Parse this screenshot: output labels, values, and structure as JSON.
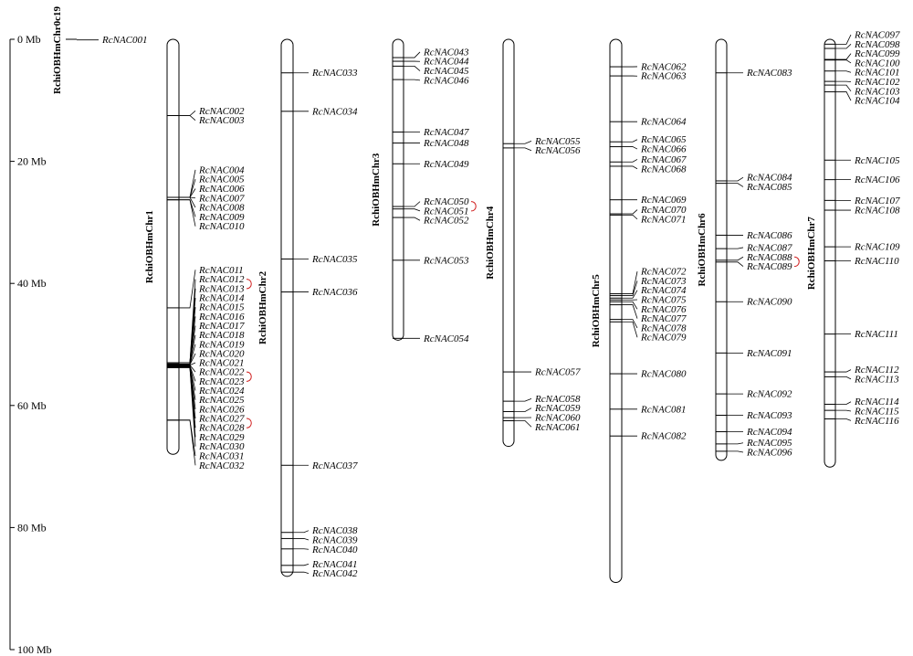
{
  "scale": {
    "unit": "Mb",
    "ticks": [
      {
        "value": 0,
        "label": "0 Mb"
      },
      {
        "value": 20,
        "label": "20 Mb"
      },
      {
        "value": 40,
        "label": "40 Mb"
      },
      {
        "value": 60,
        "label": "60 Mb"
      },
      {
        "value": 80,
        "label": "80 Mb"
      },
      {
        "value": 100,
        "label": "100 Mb"
      }
    ],
    "max": 100
  },
  "colors": {
    "line": "#000000",
    "duplication": "#d01c1c"
  },
  "chromosomes": [
    {
      "name": "RchiOBHmChr0c19",
      "length": 0.3,
      "kind": "scaffold",
      "genes": [
        {
          "name": "RcNAC001",
          "pos": 0.1
        }
      ]
    },
    {
      "name": "RchiOBHmChr1",
      "length": 68,
      "genes": [
        {
          "name": "RcNAC002",
          "pos": 12.5
        },
        {
          "name": "RcNAC003",
          "pos": 12.5
        },
        {
          "name": "RcNAC004",
          "pos": 25.9
        },
        {
          "name": "RcNAC005",
          "pos": 25.9
        },
        {
          "name": "RcNAC006",
          "pos": 25.9
        },
        {
          "name": "RcNAC007",
          "pos": 25.9
        },
        {
          "name": "RcNAC008",
          "pos": 25.9
        },
        {
          "name": "RcNAC009",
          "pos": 26.3
        },
        {
          "name": "RcNAC010",
          "pos": 26.3
        },
        {
          "name": "RcNAC011",
          "pos": 44.0
        },
        {
          "name": "RcNAC012",
          "pos": 53.0
        },
        {
          "name": "RcNAC013",
          "pos": 53.0
        },
        {
          "name": "RcNAC014",
          "pos": 53.0
        },
        {
          "name": "RcNAC015",
          "pos": 53.0
        },
        {
          "name": "RcNAC016",
          "pos": 53.2
        },
        {
          "name": "RcNAC017",
          "pos": 53.2
        },
        {
          "name": "RcNAC018",
          "pos": 53.2
        },
        {
          "name": "RcNAC019",
          "pos": 53.3
        },
        {
          "name": "RcNAC020",
          "pos": 53.3
        },
        {
          "name": "RcNAC021",
          "pos": 53.4
        },
        {
          "name": "RcNAC022",
          "pos": 53.4
        },
        {
          "name": "RcNAC023",
          "pos": 53.5
        },
        {
          "name": "RcNAC024",
          "pos": 53.5
        },
        {
          "name": "RcNAC025",
          "pos": 53.6
        },
        {
          "name": "RcNAC026",
          "pos": 53.6
        },
        {
          "name": "RcNAC027",
          "pos": 53.7
        },
        {
          "name": "RcNAC028",
          "pos": 53.7
        },
        {
          "name": "RcNAC029",
          "pos": 53.8
        },
        {
          "name": "RcNAC030",
          "pos": 53.8
        },
        {
          "name": "RcNAC031",
          "pos": 62.4
        },
        {
          "name": "RcNAC032",
          "pos": 62.4
        }
      ],
      "dups": [
        [
          "RcNAC012",
          "RcNAC013"
        ],
        [
          "RcNAC022",
          "RcNAC023"
        ],
        [
          "RcNAC027",
          "RcNAC028"
        ]
      ]
    },
    {
      "name": "RchiOBHmChr2",
      "length": 88,
      "genes": [
        {
          "name": "RcNAC033",
          "pos": 5.5
        },
        {
          "name": "RcNAC034",
          "pos": 11.8
        },
        {
          "name": "RcNAC035",
          "pos": 36.0
        },
        {
          "name": "RcNAC036",
          "pos": 41.4
        },
        {
          "name": "RcNAC037",
          "pos": 69.8
        },
        {
          "name": "RcNAC038",
          "pos": 80.8
        },
        {
          "name": "RcNAC039",
          "pos": 81.8
        },
        {
          "name": "RcNAC040",
          "pos": 83.5
        },
        {
          "name": "RcNAC041",
          "pos": 86.2
        },
        {
          "name": "RcNAC042",
          "pos": 87.3
        }
      ],
      "dups": []
    },
    {
      "name": "RchiOBHmChr3",
      "length": 49.3,
      "genes": [
        {
          "name": "RcNAC043",
          "pos": 3.0
        },
        {
          "name": "RcNAC044",
          "pos": 3.6
        },
        {
          "name": "RcNAC045",
          "pos": 4.4
        },
        {
          "name": "RcNAC046",
          "pos": 6.6
        },
        {
          "name": "RcNAC047",
          "pos": 15.2
        },
        {
          "name": "RcNAC048",
          "pos": 17.0
        },
        {
          "name": "RcNAC049",
          "pos": 20.4
        },
        {
          "name": "RcNAC050",
          "pos": 27.4
        },
        {
          "name": "RcNAC051",
          "pos": 27.8
        },
        {
          "name": "RcNAC052",
          "pos": 29.2
        },
        {
          "name": "RcNAC053",
          "pos": 36.2
        },
        {
          "name": "RcNAC054",
          "pos": 49.0
        }
      ],
      "dups": [
        [
          "RcNAC050",
          "RcNAC051"
        ]
      ]
    },
    {
      "name": "RchiOBHmChr4",
      "length": 66.7,
      "genes": [
        {
          "name": "RcNAC055",
          "pos": 17.1
        },
        {
          "name": "RcNAC056",
          "pos": 17.8
        },
        {
          "name": "RcNAC057",
          "pos": 54.5
        },
        {
          "name": "RcNAC058",
          "pos": 59.3
        },
        {
          "name": "RcNAC059",
          "pos": 61.0
        },
        {
          "name": "RcNAC060",
          "pos": 62.0
        },
        {
          "name": "RcNAC061",
          "pos": 62.5
        }
      ],
      "dups": []
    },
    {
      "name": "RchiOBHmChr5",
      "length": 89,
      "genes": [
        {
          "name": "RcNAC062",
          "pos": 4.5
        },
        {
          "name": "RcNAC063",
          "pos": 6.0
        },
        {
          "name": "RcNAC064",
          "pos": 13.5
        },
        {
          "name": "RcNAC065",
          "pos": 16.8
        },
        {
          "name": "RcNAC066",
          "pos": 17.6
        },
        {
          "name": "RcNAC067",
          "pos": 20.1
        },
        {
          "name": "RcNAC068",
          "pos": 20.8
        },
        {
          "name": "RcNAC069",
          "pos": 26.3
        },
        {
          "name": "RcNAC070",
          "pos": 28.6
        },
        {
          "name": "RcNAC071",
          "pos": 28.8
        },
        {
          "name": "RcNAC072",
          "pos": 41.7
        },
        {
          "name": "RcNAC073",
          "pos": 42.0
        },
        {
          "name": "RcNAC074",
          "pos": 42.4
        },
        {
          "name": "RcNAC075",
          "pos": 42.7
        },
        {
          "name": "RcNAC076",
          "pos": 43.0
        },
        {
          "name": "RcNAC077",
          "pos": 43.5
        },
        {
          "name": "RcNAC078",
          "pos": 45.9
        },
        {
          "name": "RcNAC079",
          "pos": 46.3
        },
        {
          "name": "RcNAC080",
          "pos": 54.8
        },
        {
          "name": "RcNAC081",
          "pos": 60.6
        },
        {
          "name": "RcNAC082",
          "pos": 65.0
        }
      ],
      "dups": []
    },
    {
      "name": "RchiOBHmChr6",
      "length": 69,
      "genes": [
        {
          "name": "RcNAC083",
          "pos": 5.5
        },
        {
          "name": "RcNAC084",
          "pos": 23.2
        },
        {
          "name": "RcNAC085",
          "pos": 23.6
        },
        {
          "name": "RcNAC086",
          "pos": 32.1
        },
        {
          "name": "RcNAC087",
          "pos": 34.3
        },
        {
          "name": "RcNAC088",
          "pos": 36.2
        },
        {
          "name": "RcNAC089",
          "pos": 36.5
        },
        {
          "name": "RcNAC090",
          "pos": 43.0
        },
        {
          "name": "RcNAC091",
          "pos": 51.4
        },
        {
          "name": "RcNAC092",
          "pos": 58.1
        },
        {
          "name": "RcNAC093",
          "pos": 61.6
        },
        {
          "name": "RcNAC094",
          "pos": 64.3
        },
        {
          "name": "RcNAC095",
          "pos": 66.3
        },
        {
          "name": "RcNAC096",
          "pos": 67.5
        }
      ],
      "dups": [
        [
          "RcNAC088",
          "RcNAC089"
        ]
      ]
    },
    {
      "name": "RchiOBHmChr7",
      "length": 70.1,
      "genes": [
        {
          "name": "RcNAC097",
          "pos": 0.8
        },
        {
          "name": "RcNAC098",
          "pos": 1.5
        },
        {
          "name": "RcNAC099",
          "pos": 3.3
        },
        {
          "name": "RcNAC100",
          "pos": 3.4
        },
        {
          "name": "RcNAC101",
          "pos": 5.2
        },
        {
          "name": "RcNAC102",
          "pos": 6.9
        },
        {
          "name": "RcNAC103",
          "pos": 7.5
        },
        {
          "name": "RcNAC104",
          "pos": 8.6
        },
        {
          "name": "RcNAC105",
          "pos": 19.8
        },
        {
          "name": "RcNAC106",
          "pos": 23.0
        },
        {
          "name": "RcNAC107",
          "pos": 26.4
        },
        {
          "name": "RcNAC108",
          "pos": 28.0
        },
        {
          "name": "RcNAC109",
          "pos": 34.0
        },
        {
          "name": "RcNAC110",
          "pos": 36.3
        },
        {
          "name": "RcNAC111",
          "pos": 48.3
        },
        {
          "name": "RcNAC112",
          "pos": 54.5
        },
        {
          "name": "RcNAC113",
          "pos": 55.3
        },
        {
          "name": "RcNAC114",
          "pos": 59.8
        },
        {
          "name": "RcNAC115",
          "pos": 60.8
        },
        {
          "name": "RcNAC116",
          "pos": 62.2
        }
      ],
      "dups": []
    }
  ]
}
